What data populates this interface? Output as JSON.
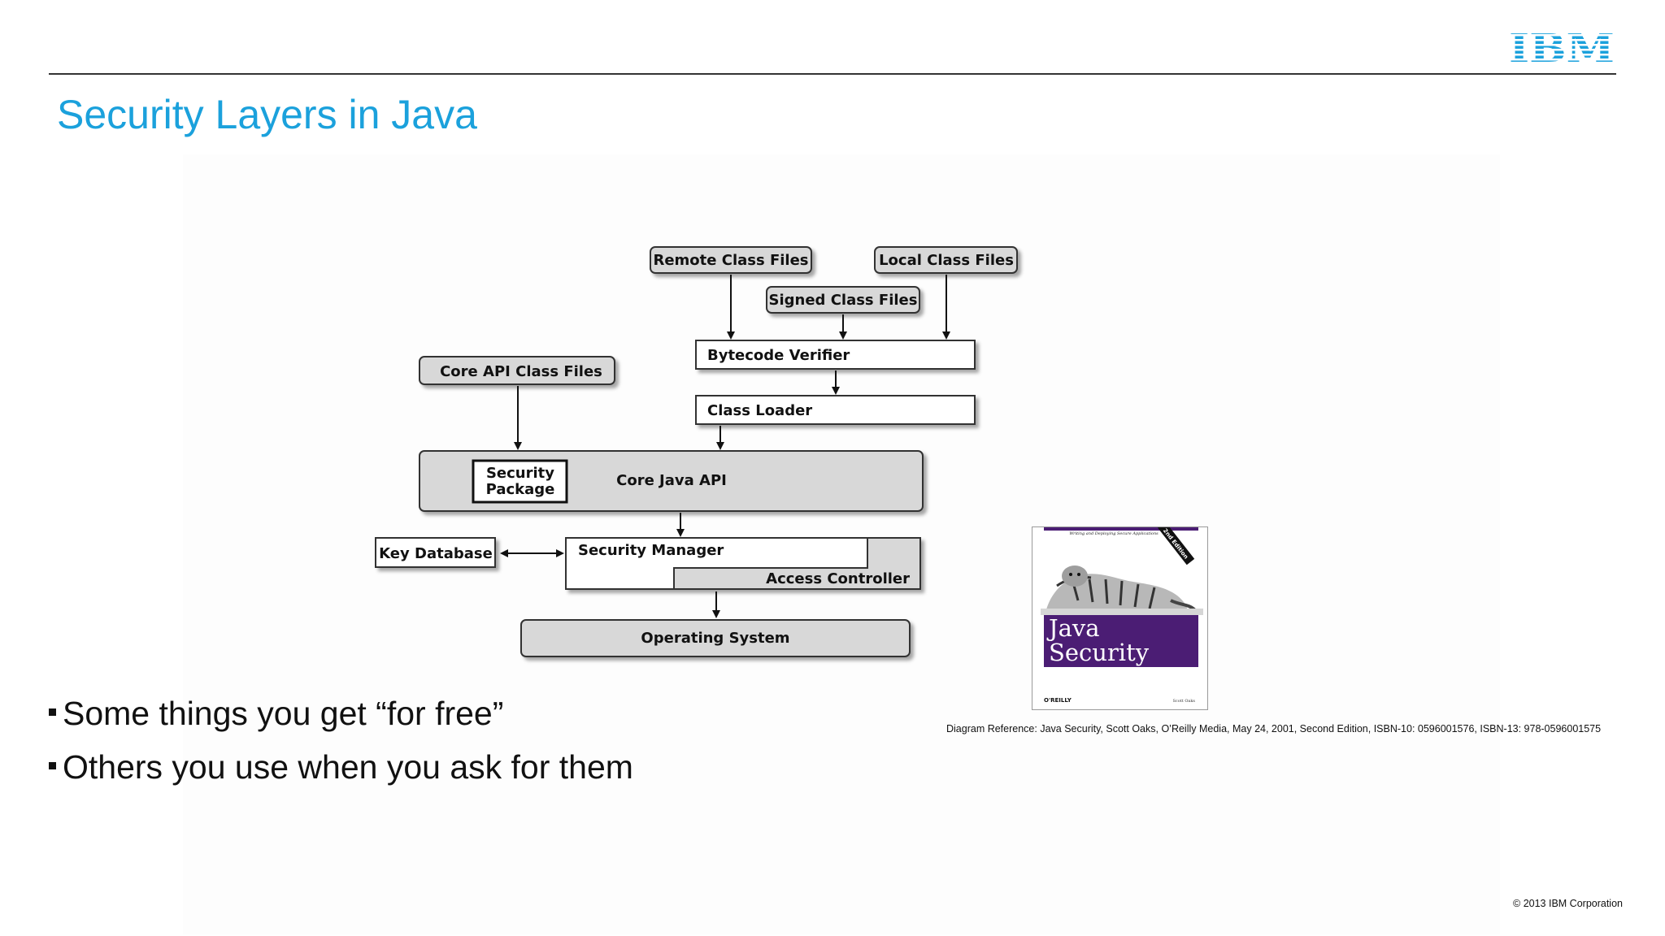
{
  "header": {
    "logo_text": "IBM",
    "title": "Security Layers in Java"
  },
  "diagram": {
    "remote_class_files": "Remote Class Files",
    "local_class_files": "Local Class Files",
    "signed_class_files": "Signed Class Files",
    "bytecode_verifier": "Bytecode Verifier",
    "class_loader": "Class Loader",
    "core_api_class_files": "Core API Class Files",
    "security_package_line1": "Security",
    "security_package_line2": "Package",
    "core_java_api": "Core Java API",
    "key_database": "Key Database",
    "security_manager": "Security Manager",
    "access_controller": "Access Controller",
    "operating_system": "Operating System"
  },
  "bullets": [
    "Some things you get “for free”",
    "Others you use when you ask for them"
  ],
  "book": {
    "top_line": "Writing and Deploying Secure Applications",
    "edition": "2nd Edition",
    "title_line1": "Java",
    "title_line2": "Security",
    "publisher": "O'REILLY",
    "author": "Scott Oaks",
    "accent_color": "#4b1d74"
  },
  "reference": "Diagram Reference: Java Security, Scott Oaks, O’Reilly Media, May 24, 2001, Second Edition, ISBN-10: 0596001576, ISBN-13: 978-0596001575",
  "footer": {
    "copyright": "© 2013 IBM Corporation"
  },
  "colors": {
    "title": "#1ba1dc",
    "logo": "#1ba1dc",
    "box_fill": "#d8d8d8"
  }
}
